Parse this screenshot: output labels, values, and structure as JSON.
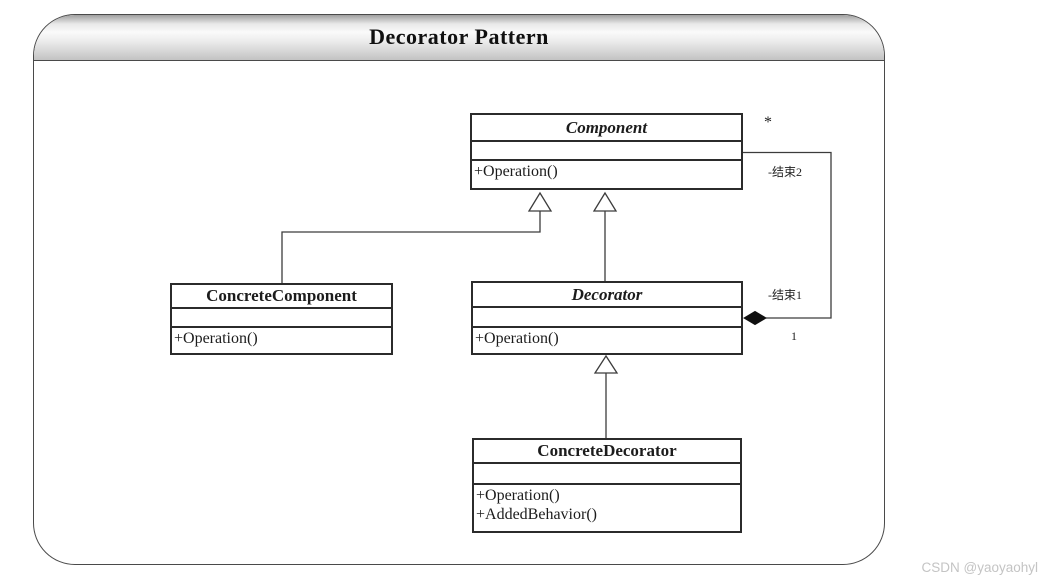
{
  "header": {
    "title": "Decorator Pattern"
  },
  "diagram": {
    "type": "uml-class-diagram",
    "classes": {
      "component": {
        "name": "Component",
        "abstract": true,
        "attributes": [],
        "methods": [
          "+Operation()"
        ]
      },
      "concrete_component": {
        "name": "ConcreteComponent",
        "abstract": false,
        "attributes": [],
        "methods": [
          "+Operation()"
        ]
      },
      "decorator": {
        "name": "Decorator",
        "abstract": true,
        "attributes": [],
        "methods": [
          "+Operation()"
        ]
      },
      "concrete_decorator": {
        "name": "ConcreteDecorator",
        "abstract": false,
        "attributes": [],
        "methods": [
          "+Operation()",
          "+AddedBehavior()"
        ]
      }
    },
    "relationships": [
      {
        "type": "generalization",
        "from": "ConcreteComponent",
        "to": "Component"
      },
      {
        "type": "generalization",
        "from": "Decorator",
        "to": "Component"
      },
      {
        "type": "generalization",
        "from": "ConcreteDecorator",
        "to": "Decorator"
      },
      {
        "type": "composition",
        "from": "Decorator",
        "to": "Component"
      }
    ],
    "association_labels": {
      "multiplicity_star": "*",
      "end2": "-结束2",
      "end1": "-结束1",
      "multiplicity_one": "1"
    }
  },
  "watermark": "CSDN @yaoyaohyl"
}
